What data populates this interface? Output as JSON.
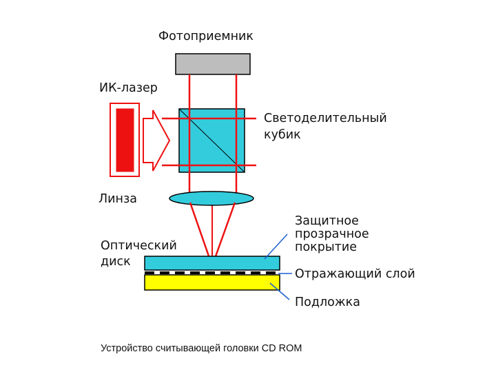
{
  "labels": {
    "photodetector": "Фотоприемник",
    "ir_laser": "ИК-лазер",
    "splitter_cube_line1": "Светоделительный",
    "splitter_cube_line2": "кубик",
    "lens": "Линза",
    "optical_disc_line1": "Оптический",
    "optical_disc_line2": "диск",
    "protective_coating_line1": "Защитное",
    "protective_coating_line2": "прозрачное",
    "protective_coating_line3": "покрытие",
    "reflective_layer": "Отражающий слой",
    "substrate": "Подложка"
  },
  "caption": "Устройство считывающей головки CD ROM",
  "colors": {
    "beam": "#ee1111",
    "photodetector": "#bdbdbd",
    "cube": "#33ccdd",
    "lens": "#33ccdd",
    "protective_layer": "#33ccdd",
    "substrate": "#ffff00",
    "laser": "#ee1111",
    "pointer": "#1a5fd0",
    "outline": "#000000"
  }
}
